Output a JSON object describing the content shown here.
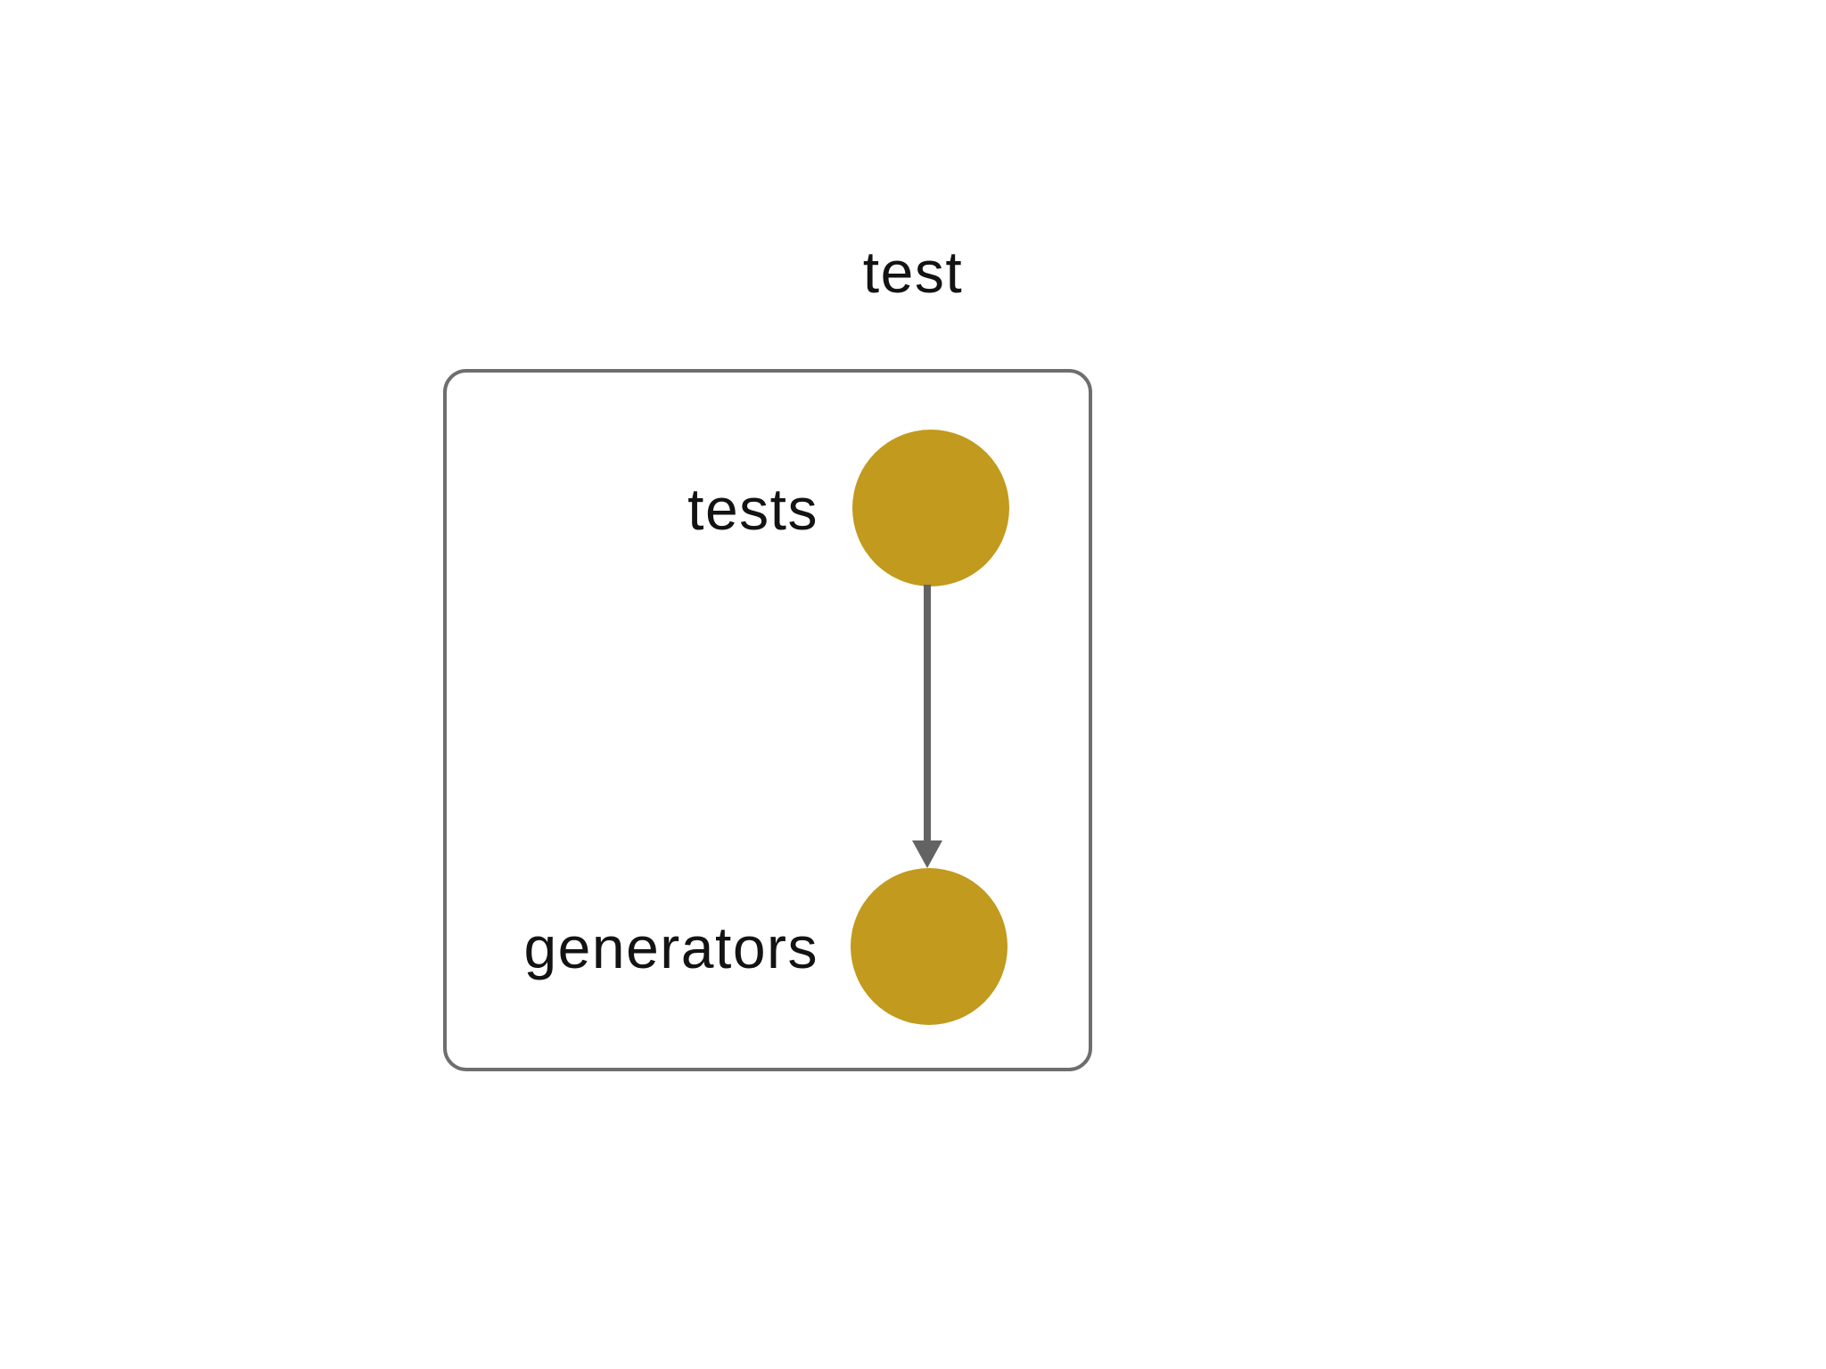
{
  "title": "test",
  "nodes": [
    {
      "id": "tests",
      "label": "tests"
    },
    {
      "id": "generators",
      "label": "generators"
    }
  ],
  "edges": [
    {
      "from": "tests",
      "to": "generators",
      "direction": "down"
    }
  ],
  "colors": {
    "node_fill": "#C19A1E",
    "edge": "#636363",
    "box_border": "#6E6E6E",
    "text": "#131313",
    "background": "#FFFFFF"
  }
}
